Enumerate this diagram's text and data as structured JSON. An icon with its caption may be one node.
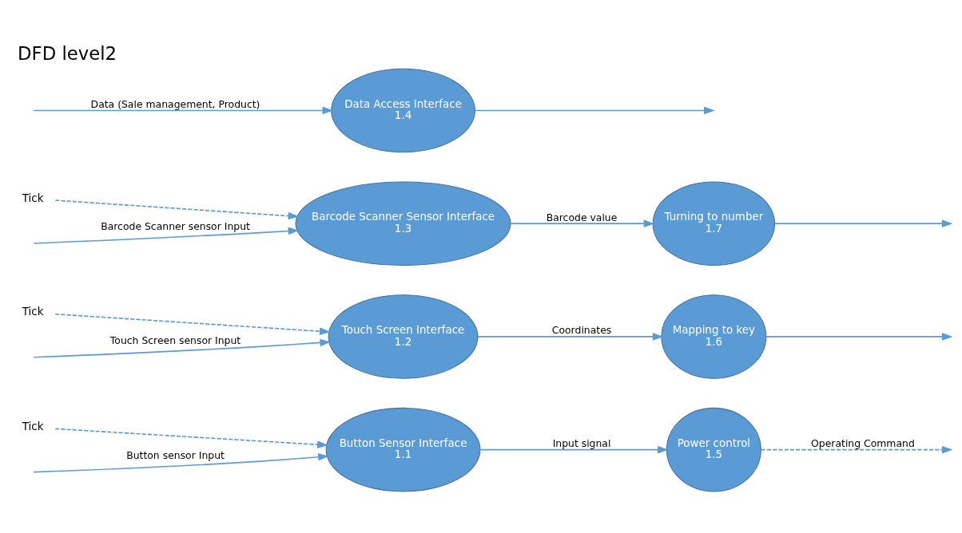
{
  "diagram": {
    "title": "DFD level2",
    "nodes": [
      {
        "text": [
          "Button Sensor Interface",
          "1.1"
        ]
      },
      {
        "text": [
          "Power control",
          "1.5"
        ]
      },
      {
        "text": [
          "Tick"
        ]
      },
      {
        "text": [
          "Touch Screen Interface",
          "1.2"
        ]
      },
      {
        "text": [
          "Mapping to key",
          "1.6"
        ]
      },
      {
        "text": [
          "Tick"
        ]
      },
      {
        "text": [
          "Barcode Scanner Sensor Interface",
          "1.3"
        ]
      },
      {
        "text": [
          "Turning to number",
          "1.7"
        ]
      },
      {
        "text": [
          "Tick"
        ]
      },
      {
        "text": [
          "Data Access Interface",
          "1.4"
        ]
      }
    ],
    "edges": [
      {
        "from": null,
        "to": 0,
        "arrow": "to",
        "label": "Button sensor Input"
      },
      {
        "from": 2,
        "to": 0,
        "arrow": "to",
        "style": "dashed"
      },
      {
        "from": 0,
        "to": 1,
        "arrow": "to",
        "label": "Input signal"
      },
      {
        "from": 1,
        "to": null,
        "arrow": "to",
        "style": "dashed",
        "label": "Operating Command"
      },
      {
        "from": null,
        "to": 3,
        "arrow": "to",
        "label": "Touch Screen sensor Input"
      },
      {
        "from": 5,
        "to": 3,
        "arrow": "to",
        "style": "dashed"
      },
      {
        "from": 3,
        "to": 4,
        "arrow": "to",
        "label": "Coordinates"
      },
      {
        "from": 4,
        "to": null,
        "arrow": "to"
      },
      {
        "from": null,
        "to": 6,
        "arrow": "to",
        "label": "Barcode Scanner sensor Input"
      },
      {
        "from": 8,
        "to": 6,
        "arrow": "to",
        "style": "dashed"
      },
      {
        "from": 6,
        "to": 7,
        "arrow": "to",
        "label": "Barcode value"
      },
      {
        "from": 7,
        "to": null,
        "arrow": "to"
      },
      {
        "from": null,
        "to": 9,
        "arrow": "to",
        "label": "Data (Sale management, Product)"
      },
      {
        "from": 9,
        "to": null,
        "arrow": "to"
      }
    ]
  }
}
